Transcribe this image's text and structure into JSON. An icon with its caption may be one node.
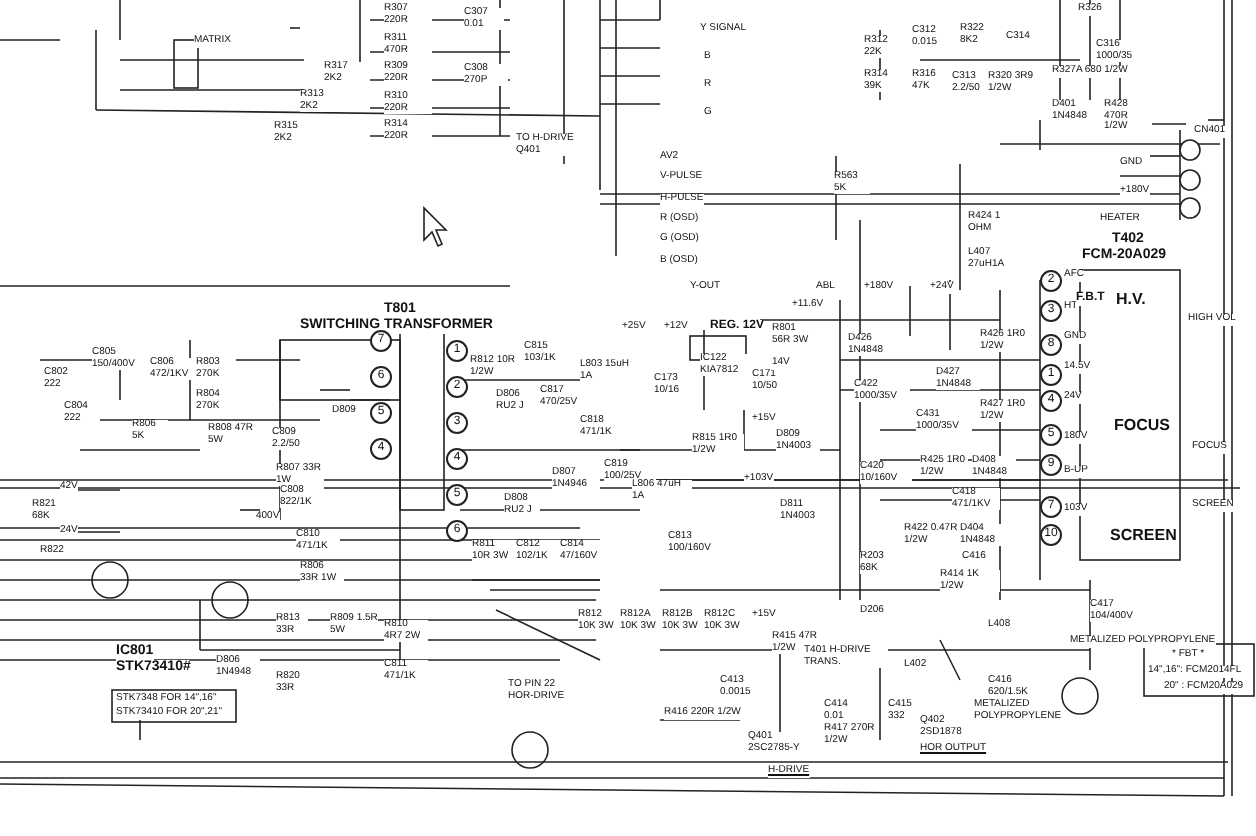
{
  "diagram": {
    "labels": [
      "MATRIX",
      "R307 220R",
      "C307 0.01",
      "R311 470R",
      "R317 2K2",
      "R309 220R",
      "C308 270P",
      "R313 2K2",
      "R310 220R",
      "R315 2K2",
      "R314 220R",
      "TO H-DRIVE Q401",
      "Y SIGNAL",
      "B",
      "R",
      "G",
      "R312 22K",
      "C312 0.015",
      "R322 8K2",
      "C314",
      "R314 39K",
      "R316 47K",
      "C313 2.2/50",
      "R320 3R9 1/2W",
      "R326",
      "C316 1000/35",
      "R327A 680 1/2W",
      "D401 1N4848",
      "R428 470R 1/2W",
      "CN401",
      "GND",
      "+180V",
      "HEATER",
      "AV2",
      "V-PULSE",
      "H-PULSE",
      "R (OSD)",
      "G (OSD)",
      "B (OSD)",
      "R563 5K",
      "R424 1 OHM",
      "L407 27uH1A",
      "T402",
      "FCM-20A029",
      "T801",
      "SWITCHING TRANSFORMER",
      "R812 10R 1/2W",
      "C815 103/1K",
      "D806 RU2 J",
      "C817 470/25V",
      "L803 15uH 1A",
      "C818 471/1K",
      "D807 1N4946",
      "C819 100/25V",
      "D808 RU2 J",
      "R811 10R 3W",
      "C812 102/1K",
      "C814 47/160V",
      "C805 150/400V",
      "C806 472/1KV",
      "R803 270K",
      "R804 270K",
      "C802 222",
      "C804 222",
      "R806 5K",
      "R808 47R 5W",
      "C809 2.2/50",
      "D809",
      "R807 33R 1W",
      "C808 822/1K",
      "C810 471/1K",
      "42V",
      "24V",
      "R821 68K",
      "400V",
      "Y-OUT",
      "ABL",
      "+180V",
      "+24V",
      "+11.6V",
      "+25V",
      "+12V",
      "REG. 12V",
      "IC122 KIA7812",
      "C173 10/16",
      "C171 10/50",
      "R801 56R 3W",
      "14V",
      "D426 1N4848",
      "C422 1000/35V",
      "R426 1R0 1/2W",
      "D427 1N4848",
      "C431 1000/35V",
      "R427 1R0 1/2W",
      "+15V",
      "R815 1R0 1/2W",
      "D809 1N4003",
      "D811 1N4003",
      "+103V",
      "L806 47uH 1A",
      "C813 100/160V",
      "C420 10/160V",
      "R425 1R0 1/2W",
      "D408 1N4848",
      "C418 471/1KV",
      "R422 0.47R 1/2W",
      "D404 1N4848",
      "C416",
      "AFC",
      "HT",
      "GND",
      "14.5V",
      "24V",
      "180V",
      "B-UP",
      "103V",
      "F.B.T",
      "H.V.",
      "FOCUS",
      "SCREEN",
      "HIGH VOL",
      "FOCUS",
      "SCREEN",
      "R822",
      "R806 33R 1W",
      "R813 33R",
      "R809 1.5R 5W",
      "R810 4R7 2W",
      "IC801",
      "STK73410#",
      "D806 1N4948",
      "R820 33R",
      "C811 471/1K",
      "STK7348 FOR 14\",16\"",
      "STK73410 FOR 20\",21\"",
      "TO PIN 22 HOR-DRIVE",
      "R812 10K 3W",
      "R812A 10K 3W",
      "R812B 10K 3W",
      "R812C 10K 3W",
      "R203 68K",
      "R414 1K 1/2W",
      "D206",
      "L408",
      "C417 104/400V",
      "METALIZED POLYPROPYLENE",
      "+15V",
      "R415 47R 1/2W",
      "T401 H-DRIVE TRANS.",
      "L402",
      "C413 0.0015",
      "C414 0.01",
      "C415 332",
      "R416 220R 1/2W",
      "Q401 2SC2785-Y",
      "R417 270R 1/2W",
      "H-DRIVE",
      "C416 620/1.5K",
      "METALIZED POLYPROPYLENE",
      "Q402 2SD1878",
      "HOR OUTPUT",
      "* FBT *",
      "14\",16\": FCM2014FL",
      "20\" : FCM20A029",
      "7",
      "6",
      "5",
      "4",
      "1",
      "2",
      "3",
      "4",
      "5",
      "6",
      "2",
      "3",
      "8",
      "1",
      "4",
      "5",
      "9",
      "7",
      "10"
    ]
  }
}
